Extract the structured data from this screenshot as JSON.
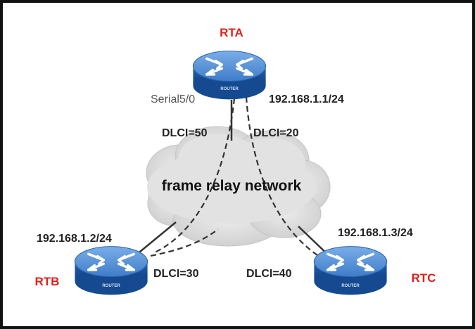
{
  "routers": [
    {
      "id": "rta",
      "name": "RTA",
      "badge": "ROUTER"
    },
    {
      "id": "rtb",
      "name": "RTB",
      "badge": "ROUTER"
    },
    {
      "id": "rtc",
      "name": "RTC",
      "badge": "ROUTER"
    }
  ],
  "labels": {
    "interface": "Serial5/0",
    "rta_ip": "192.168.1.1/24",
    "rtb_ip": "192.168.1.2/24",
    "rtc_ip": "192.168.1.3/24",
    "dlci_50": "DLCI=50",
    "dlci_20": "DLCI=20",
    "dlci_30": "DLCI=30",
    "dlci_40": "DLCI=40",
    "cloud": "frame relay network"
  },
  "colors": {
    "router_body": "#1e5fb0",
    "router_top": "#5f98dc",
    "router_name": "#e0201c",
    "cloud": "#d9d9d9",
    "text": "#222222",
    "link": "#333333"
  }
}
